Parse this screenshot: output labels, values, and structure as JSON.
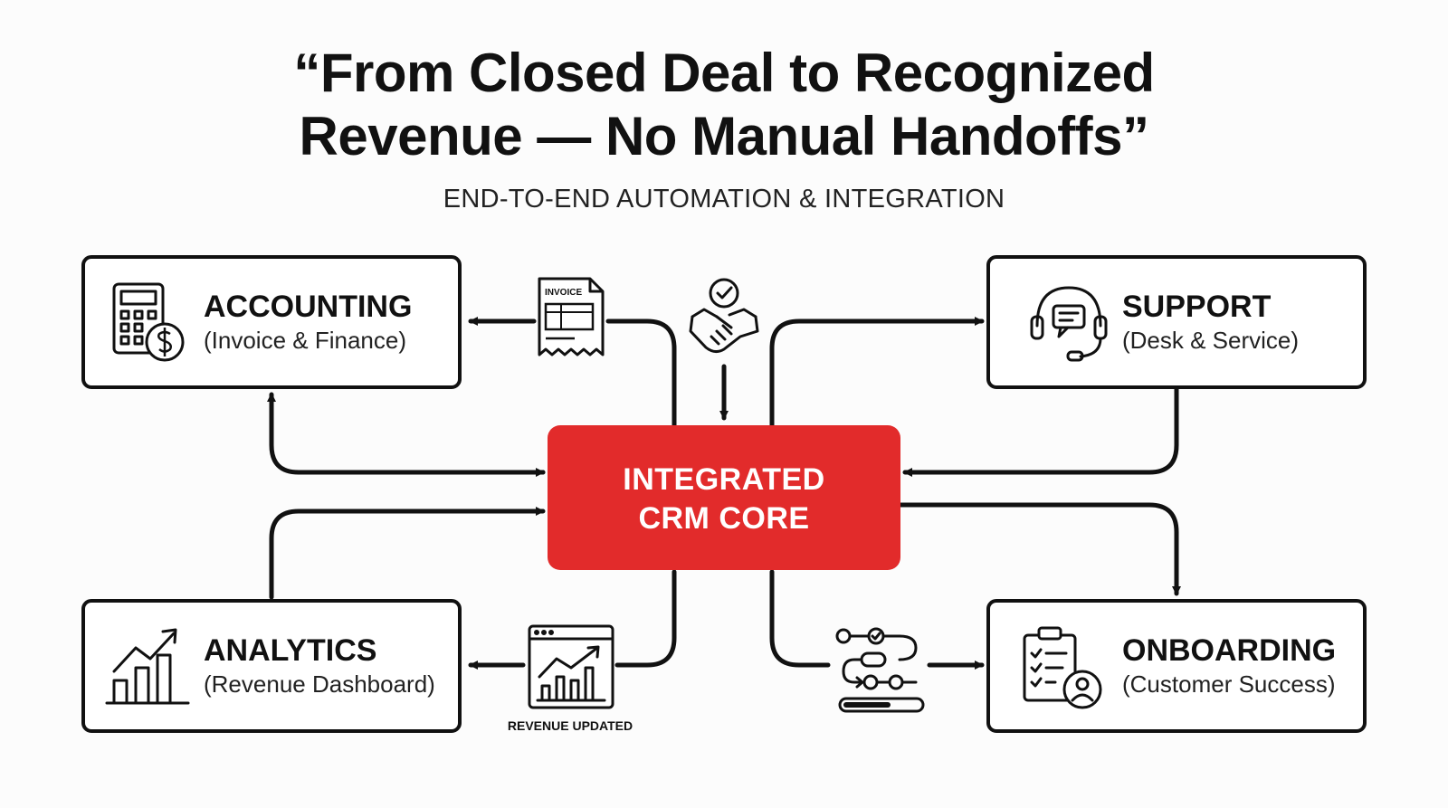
{
  "header": {
    "title_line1": "“From Closed Deal to Recognized",
    "title_line2": "Revenue — No Manual Handoffs”",
    "subtitle": "END-TO-END AUTOMATION & INTEGRATION"
  },
  "core": {
    "line1": "INTEGRATED",
    "line2": "CRM CORE",
    "color": "#e22b2b"
  },
  "modules": {
    "accounting": {
      "title": "ACCOUNTING",
      "subtitle": "(Invoice & Finance)",
      "icon": "calculator-dollar-icon"
    },
    "support": {
      "title": "SUPPORT",
      "subtitle": "(Desk & Service)",
      "icon": "headset-chat-icon"
    },
    "analytics": {
      "title": "ANALYTICS",
      "subtitle": "(Revenue Dashboard)",
      "icon": "growth-chart-icon"
    },
    "onboarding": {
      "title": "ONBOARDING",
      "subtitle": "(Customer Success)",
      "icon": "clipboard-user-icon"
    }
  },
  "connectors": {
    "invoice_label": "INVOICE",
    "revenue_label": "REVENUE UPDATED",
    "deal_icon": "handshake-check-icon",
    "workflow_icon": "workflow-progress-icon"
  }
}
